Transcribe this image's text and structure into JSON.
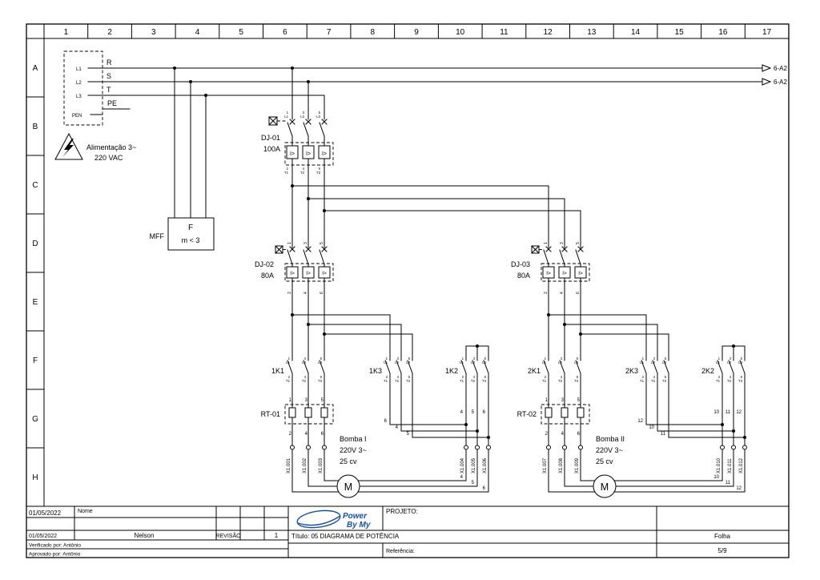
{
  "sheet": {
    "columns": [
      "1",
      "2",
      "3",
      "4",
      "5",
      "6",
      "7",
      "8",
      "9",
      "10",
      "11",
      "12",
      "13",
      "14",
      "15",
      "16",
      "17"
    ],
    "rows": [
      "A",
      "B",
      "C",
      "D",
      "E",
      "F",
      "G",
      "H"
    ]
  },
  "supply": {
    "box_terminals": [
      "L1",
      "L2",
      "L3",
      "PEN"
    ],
    "phase_labels": [
      "R",
      "S",
      "T",
      "PE"
    ],
    "label_line1": "Alimentação 3~",
    "label_line2": "220 VAC",
    "offpage_top": "6-A2",
    "offpage_bottom": "6-A2"
  },
  "meter": {
    "label": "MFF",
    "letter": "F",
    "text": "m < 3"
  },
  "breakers": [
    {
      "name": "DJ-01",
      "rating": "100A"
    },
    {
      "name": "DJ-02",
      "rating": "80A"
    },
    {
      "name": "DJ-03",
      "rating": "80A"
    }
  ],
  "breaker_trip": "I>",
  "breaker_terminals": {
    "top_nums": [
      "1",
      "3",
      "5"
    ],
    "top_des": [
      "L1",
      "L2",
      "L3"
    ],
    "bottom_nums": [
      "2",
      "4",
      "6"
    ],
    "bottom_des": [
      "T1",
      "T2",
      "T3"
    ]
  },
  "contactors": [
    "1K1",
    "1K3",
    "1K2",
    "2K1",
    "2K3",
    "2K2"
  ],
  "contact_terminals": {
    "top": [
      [
        "1",
        "L1"
      ],
      [
        "3",
        "L2"
      ],
      [
        "5",
        "L3"
      ]
    ],
    "bottom": [
      [
        "2",
        "T1"
      ],
      [
        "4",
        "T2"
      ],
      [
        "6",
        "T3"
      ]
    ]
  },
  "relays": [
    {
      "name": "RT-01"
    },
    {
      "name": "RT-02"
    }
  ],
  "relay_terminals": {
    "top": [
      "1",
      "3",
      "5"
    ],
    "bottom": [
      "2",
      "4",
      "6"
    ]
  },
  "terminals": {
    "g1": [
      "X1.001",
      "X1.002",
      "X1.003"
    ],
    "g2": [
      "X1.004",
      "X1.005",
      "X1.006"
    ],
    "g3": [
      "X1.007",
      "X1.008",
      "X1.009"
    ],
    "g4": [
      "X1.010",
      "X1.011",
      "X1.012"
    ]
  },
  "wire_numbers": {
    "k3_left": [
      "6",
      "4",
      "5"
    ],
    "k2_left": [
      "4",
      "5",
      "6"
    ],
    "motor1": [
      "4",
      "5",
      "6"
    ],
    "k3_right": [
      "12",
      "10",
      "11"
    ],
    "k2_right": [
      "10",
      "11",
      "12"
    ],
    "motor2": [
      "10",
      "11",
      "12"
    ]
  },
  "motors": [
    {
      "letter": "M",
      "name": "Bomba I",
      "line2": "220V 3~",
      "line3": "25 cv"
    },
    {
      "letter": "M",
      "name": "Bomba II",
      "line2": "220V 3~",
      "line3": "25 cv"
    }
  ],
  "title_block": {
    "date_top": "01/05/2022",
    "name_label": "Nome",
    "project_label": "PROJETO:",
    "date_row": "01/05/2022",
    "drawn_by": "Nelson",
    "revision_label": "REVISÃO",
    "revision": "1",
    "logo_line1": "Power",
    "logo_line2": "By My",
    "title": "Título: 05 DIAGRAMA DE POTÊNCIA",
    "reference_label": "Referência:",
    "sheet_label": "Folha",
    "sheet_number": "5/9",
    "verified": "Verificado por: Antônio",
    "approved": "Aprovado por: Antônio"
  },
  "colors": {
    "line": "#000000",
    "logo_blue": "#1b4f9c",
    "paper": "#ffffff"
  }
}
